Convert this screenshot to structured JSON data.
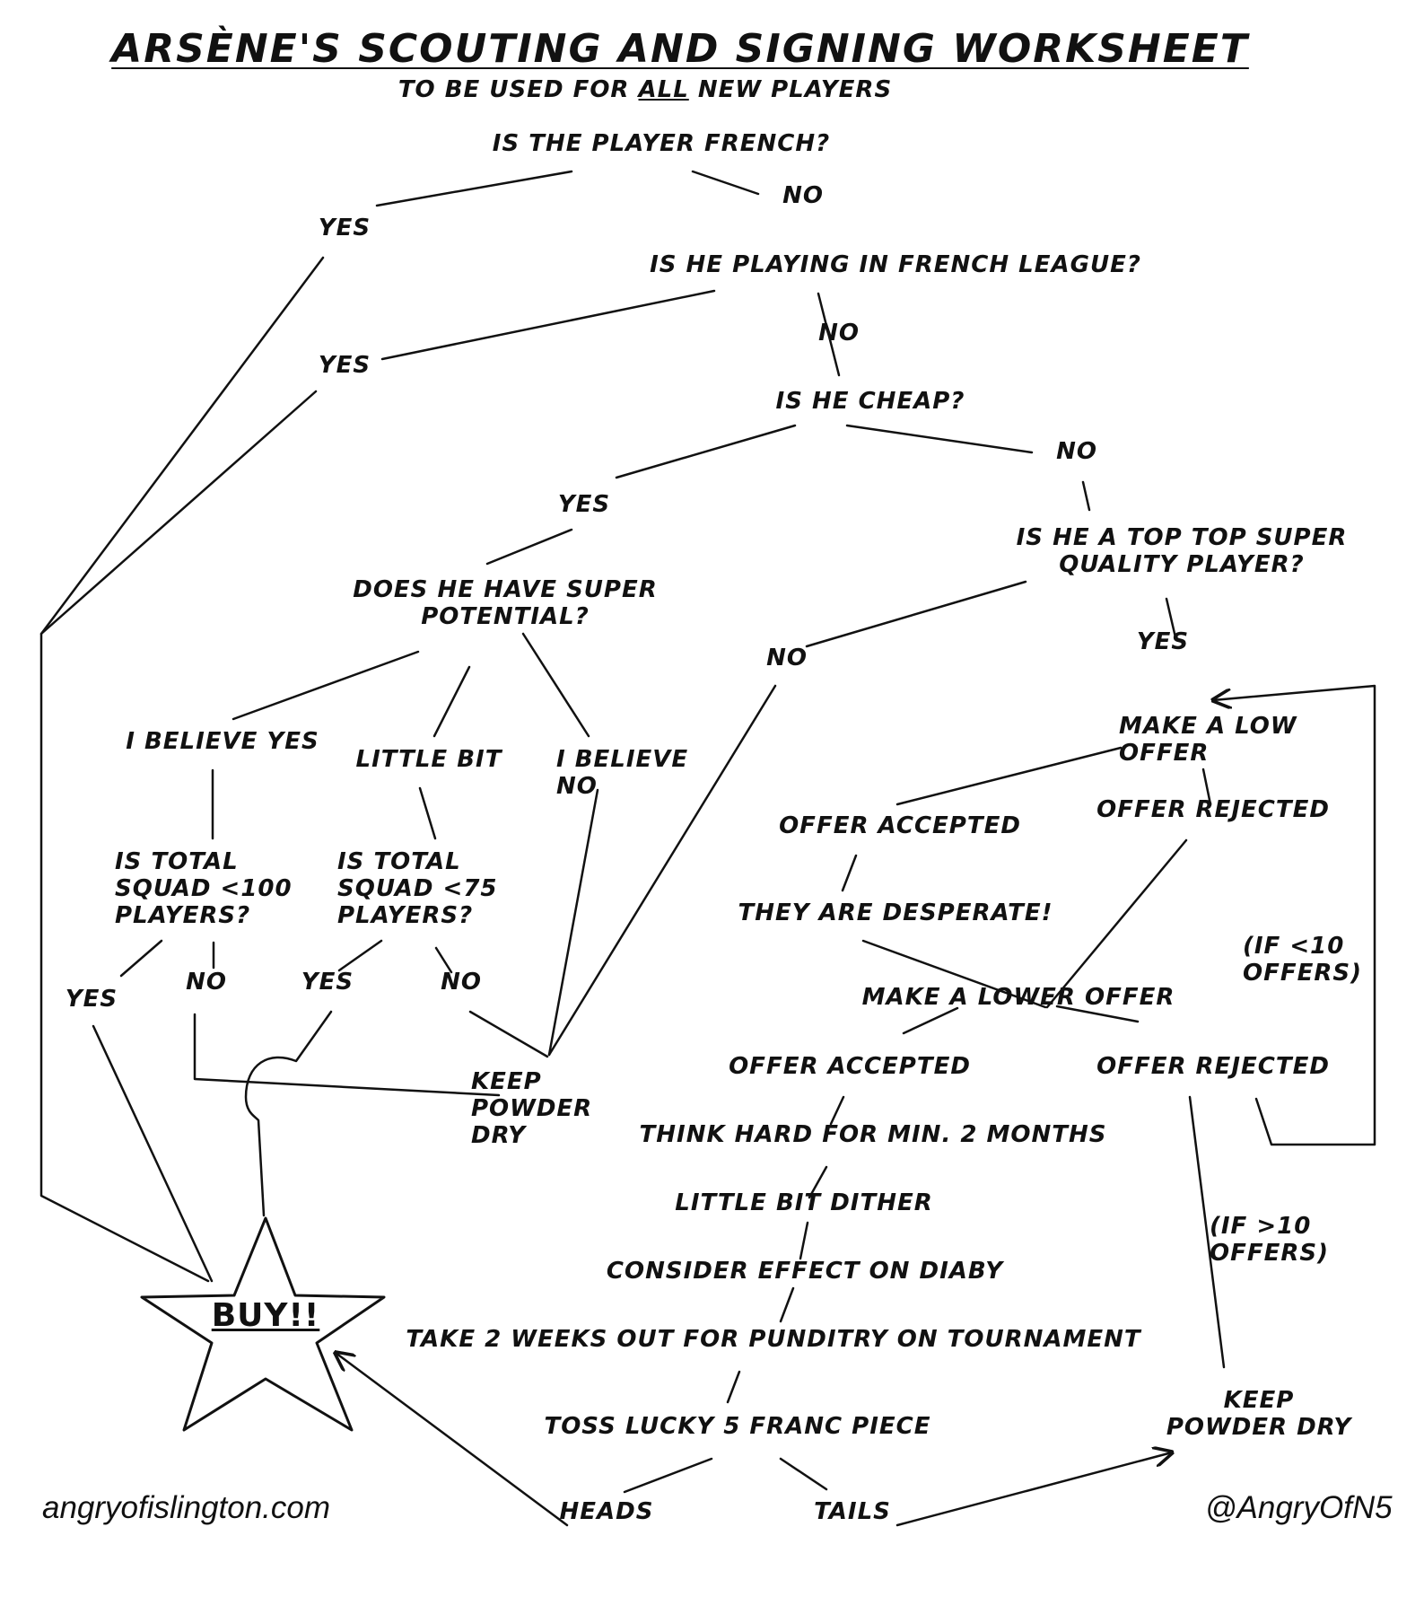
{
  "title": "Arsène's Scouting and Signing Worksheet",
  "subtitle": {
    "before": "To be used for ",
    "emphasis": "all",
    "after": " new players"
  },
  "nodes": {
    "q_french": "Is the player French?",
    "french_yes": "Yes",
    "french_no": "No",
    "q_league": "Is he playing in French league?",
    "league_yes": "Yes",
    "league_no": "No",
    "q_cheap": "Is he cheap?",
    "cheap_yes": "Yes",
    "cheap_no": "No",
    "q_potential": "Does he have super\npotential?",
    "q_top": "Is he a top top super\nquality player?",
    "top_no": "No",
    "top_yes": "Yes",
    "believe_yes": "I believe yes",
    "little_bit": "Little bit",
    "believe_no": "I believe\nno",
    "q_squad100": "Is total\nsquad <100\nplayers?",
    "q_squad75": "Is total\nsquad <75\nplayers?",
    "s100_yes": "Yes",
    "s100_no": "No",
    "s75_yes": "Yes",
    "s75_no": "No",
    "keep_dry_1": "Keep\npowder\ndry",
    "make_low": "Make a low\noffer",
    "offer_accepted_1": "Offer accepted",
    "offer_rejected_1": "Offer rejected",
    "desperate": "They are desperate!",
    "if_lt_10": "(If <10\noffers)",
    "make_lower": "Make a lower offer",
    "offer_accepted_2": "Offer accepted",
    "offer_rejected_2": "Offer rejected",
    "think_hard": "Think hard for Min. 2 months",
    "dither": "Little bit dither",
    "diaby": "Consider effect on Diaby",
    "punditry": "Take 2 weeks out for punditry on tournament",
    "toss": "Toss lucky 5 Franc piece",
    "heads": "Heads",
    "tails": "Tails",
    "if_gt_10": "(If >10\noffers)",
    "keep_dry_2": "Keep\npowder dry",
    "buy": "BUY!!"
  },
  "footer": {
    "website": "angryofislington.com",
    "handle": "@AngryOfN5"
  },
  "colors": {
    "ink": "#111111",
    "background": "#ffffff"
  }
}
